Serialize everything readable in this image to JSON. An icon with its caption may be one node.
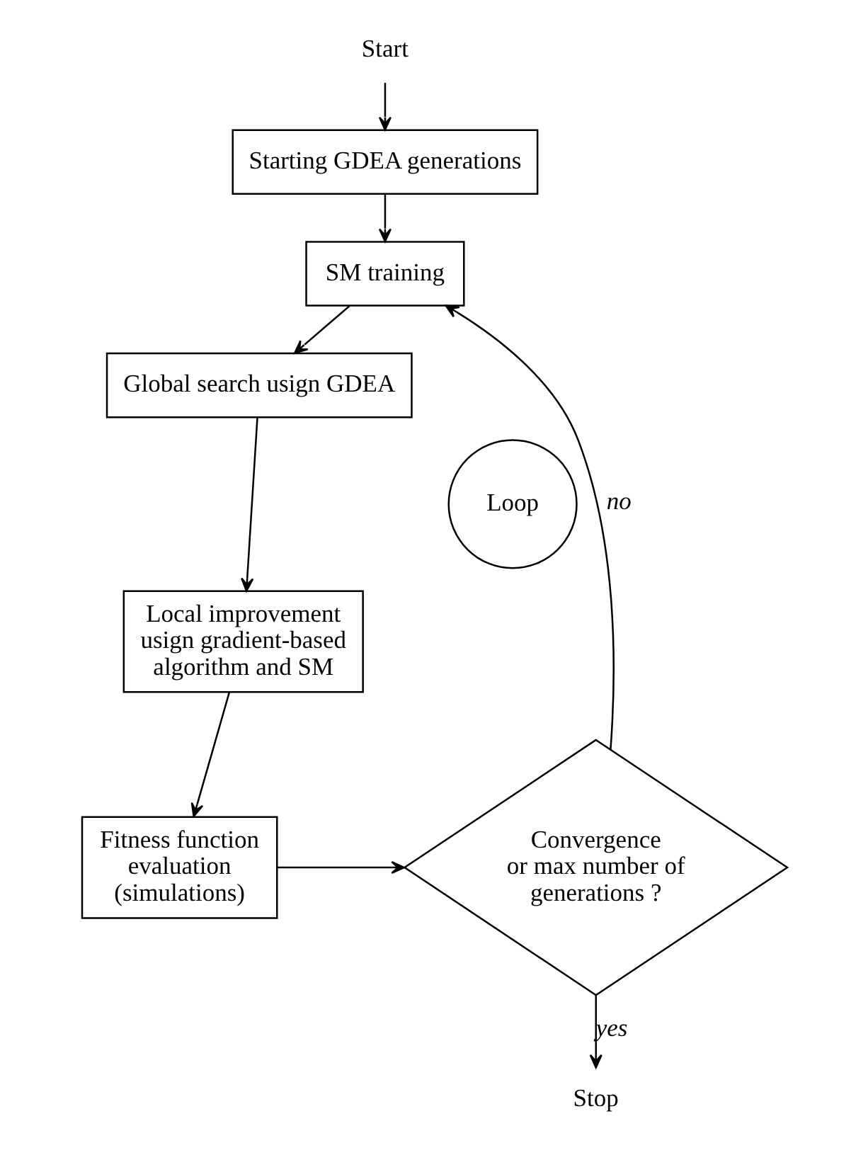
{
  "diagram": {
    "nodes": [
      {
        "text": [
          "Start"
        ]
      },
      {
        "text": [
          "Starting GDEA generations"
        ]
      },
      {
        "text": [
          "SM training"
        ]
      },
      {
        "text": [
          "Global search usign GDEA"
        ]
      },
      {
        "text": [
          "Local improvement usign gradient-based algorithm and SM"
        ]
      },
      {
        "text": [
          "Fitness function evaluation (simulations)"
        ]
      },
      {
        "text": [
          "Convergence or max number of generations ?"
        ]
      },
      {
        "text": [
          "Stop"
        ]
      },
      {
        "text": [
          "Loop"
        ]
      }
    ],
    "edges": [
      {
        "from": 0,
        "to": 1,
        "arrow": "to"
      },
      {
        "from": 1,
        "to": 2,
        "arrow": "to"
      },
      {
        "from": 2,
        "to": 3,
        "arrow": "to"
      },
      {
        "from": 3,
        "to": 4,
        "arrow": "to"
      },
      {
        "from": 4,
        "to": 5,
        "arrow": "to"
      },
      {
        "from": 5,
        "to": 6,
        "arrow": "to"
      },
      {
        "from": 6,
        "to": 2,
        "arrow": "to",
        "label": "no"
      },
      {
        "from": 6,
        "to": 7,
        "arrow": "to",
        "label": "yes"
      }
    ]
  }
}
